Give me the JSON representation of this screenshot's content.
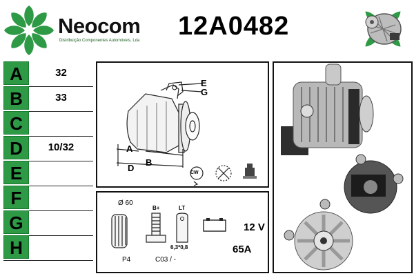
{
  "header": {
    "brand": "Neocom",
    "tagline": "Distribuição Componentes Automóveis, Lda",
    "part_number": "12A0482"
  },
  "specs": [
    {
      "letter": "A",
      "value": "32"
    },
    {
      "letter": "B",
      "value": "33"
    },
    {
      "letter": "C",
      "value": ""
    },
    {
      "letter": "D",
      "value": "10/32"
    },
    {
      "letter": "E",
      "value": ""
    },
    {
      "letter": "F",
      "value": ""
    },
    {
      "letter": "G",
      "value": ""
    },
    {
      "letter": "H",
      "value": ""
    }
  ],
  "diagram_labels": {
    "a": "A",
    "b": "B",
    "d": "D",
    "e": "E",
    "g": "G",
    "cw": "CW"
  },
  "tech": {
    "pulley_diameter": "Ø 60",
    "pulley_code": "P4",
    "terminal_b": "B+",
    "terminal_lt": "LT",
    "terminal_size": "6,3*0,8",
    "connector_code": "C03 / -",
    "voltage": "12 V",
    "current": "65A"
  },
  "colors": {
    "accent": "#2e9a45",
    "border": "#111111"
  }
}
